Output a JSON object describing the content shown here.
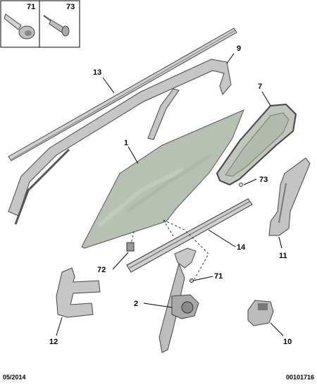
{
  "callouts": {
    "c71a": "71",
    "c73a": "73",
    "c9": "9",
    "c13": "13",
    "c7": "7",
    "c1": "1",
    "c73b": "73",
    "c14": "14",
    "c11": "11",
    "c72": "72",
    "c71b": "71",
    "c2": "2",
    "c12": "12",
    "c10": "10"
  },
  "footer": {
    "date": "05/2014",
    "ref": "00101716"
  },
  "colors": {
    "glass": "#b8c0b4",
    "part_fill": "#c8c8c8",
    "part_dark": "#555555",
    "line": "#333333"
  }
}
